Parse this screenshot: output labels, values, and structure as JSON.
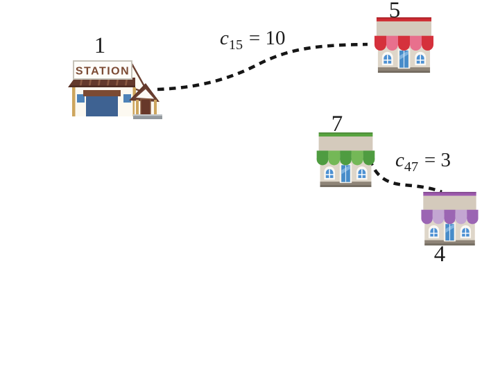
{
  "figure": {
    "background": "#ffffff",
    "edge_color": "#161616",
    "label_color": "#1c1c1c"
  },
  "nodes": {
    "station": {
      "id": "1",
      "label": "1",
      "icon": "train-station-building",
      "sign_text": "STATION"
    },
    "shop5": {
      "id": "5",
      "label": "5",
      "icon": "shop-building-red",
      "colors": {
        "roof": "#ce2b32",
        "awning_dark": "#d5313c",
        "awning_light": "#e8708d"
      }
    },
    "shop7": {
      "id": "7",
      "label": "7",
      "icon": "shop-building-green",
      "colors": {
        "roof": "#58a33f",
        "awning_dark": "#4f9c41",
        "awning_light": "#74b857"
      }
    },
    "shop4": {
      "id": "4",
      "label": "4",
      "icon": "shop-building-purple",
      "colors": {
        "roof": "#9c59ac",
        "awning_dark": "#9b65b3",
        "awning_light": "#c3a6d2"
      }
    }
  },
  "edges": {
    "c15": {
      "from": "1",
      "to": "5",
      "var": "c",
      "sub": "15",
      "value": "= 10"
    },
    "c47": {
      "from": "4",
      "to": "7",
      "var": "c",
      "sub": "47",
      "value": "= 3"
    }
  }
}
